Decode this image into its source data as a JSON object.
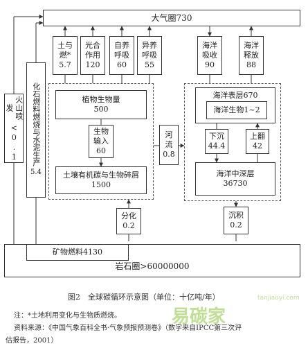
{
  "atmosphere": "大气圈730",
  "flows_up": [
    {
      "label": "土与燃*",
      "value": "5.7"
    },
    {
      "label": "光合作用",
      "value": "120"
    },
    {
      "label": "自养呼吸",
      "value": "60"
    },
    {
      "label": "异养呼吸",
      "value": "55"
    }
  ],
  "ocean_flows": [
    {
      "label": "海洋吸收",
      "value": "90"
    },
    {
      "label": "海洋释放",
      "value": "88"
    }
  ],
  "volcano": {
    "label": "火山喷发",
    "value": "<0.1"
  },
  "fossil_burn": {
    "label": "化石燃料燃烧与水泥生产",
    "value": "5.4"
  },
  "plant_biomass": {
    "label": "植物生物量",
    "value": "500"
  },
  "bio_input": {
    "label": "生物输入",
    "value": "60"
  },
  "soil": {
    "label": "土壤有机碳与生物碎屑",
    "value": "1500"
  },
  "river": {
    "label": "河流",
    "value": "0.8"
  },
  "ocean_surface": "海洋表层670",
  "ocean_bio": "海洋生物1~2",
  "sink": {
    "label": "下沉",
    "value": "44.4"
  },
  "upwell": {
    "label": "上翻",
    "value": "42"
  },
  "ocean_mid": {
    "label": "海洋中深层",
    "value": "36730"
  },
  "weathering": {
    "label": "分化",
    "value": "0.2"
  },
  "sediment": {
    "label": "沉积",
    "value": "0.2"
  },
  "fossil_fuel": "矿物燃料4130",
  "lithosphere": "岩石圈>60000000",
  "caption": "图2　全球碳循环示意图（单位：十亿吨/年）",
  "note1": "注：*土地利用变化与生物质燃烧。",
  "note2a": "资料来源：《中国气象百科全书·气象预报预测卷》（数字来自IPCC第三次评",
  "note2b": "估报告，2001）",
  "watermark": "易碳家",
  "watermark_site": "tanjiaoyi.com"
}
